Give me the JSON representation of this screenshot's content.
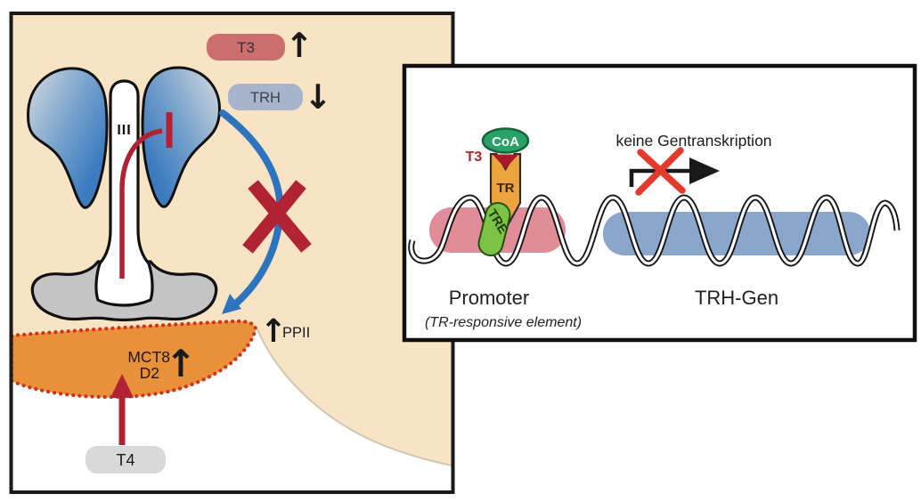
{
  "left_panel": {
    "colors": {
      "background": "#f8e3c4",
      "border": "#1a1a1a",
      "nucleus_blue": "#3f7fc2",
      "nucleus_light": "#d3d9dd",
      "median_eminence_gray": "#c5c4c5",
      "crimson": "#b12334",
      "blue_arrow": "#2d74bf",
      "tanycyte_orange": "#e8913a",
      "tanycyte_dot_red": "#d43119",
      "t3_capsule_fill": "#cb6e6e",
      "trh_capsule_fill": "#a6b5cb",
      "t4_capsule_fill": "#d9d9d9"
    },
    "t3_capsule": {
      "label": "T3",
      "trend_glyph": "↑"
    },
    "trh_capsule": {
      "label": "TRH",
      "trend_glyph": "↓"
    },
    "third_ventricle_label": "III",
    "ppii": {
      "trend_glyph": "↑",
      "label": "PPII"
    },
    "tanycyte_region": {
      "mct8_label": "MCT8",
      "d2_label": "D2",
      "trend_glyph": "↑"
    },
    "t4_capsule": {
      "label": "T4"
    }
  },
  "inset_panel": {
    "colors": {
      "coa_green": "#2aa166",
      "tre_green": "#7cc244",
      "tr_orange": "#eca43e",
      "t3_red": "#b5232e",
      "triangle_red": "#a81a2a",
      "promoter_pink": "#e18d99",
      "gene_blue": "#8aa7cb",
      "cross_red": "#e23a2c",
      "dna_black": "#151515"
    },
    "coa_label": "CoA",
    "t3_label": "T3",
    "tr_label": "TR",
    "tre_label": "TRE",
    "no_transcription_label": "keine Gentranskription",
    "promoter_label": "Promoter",
    "promoter_sublabel": "(TR-responsive element)",
    "gene_label": "TRH-Gen"
  }
}
